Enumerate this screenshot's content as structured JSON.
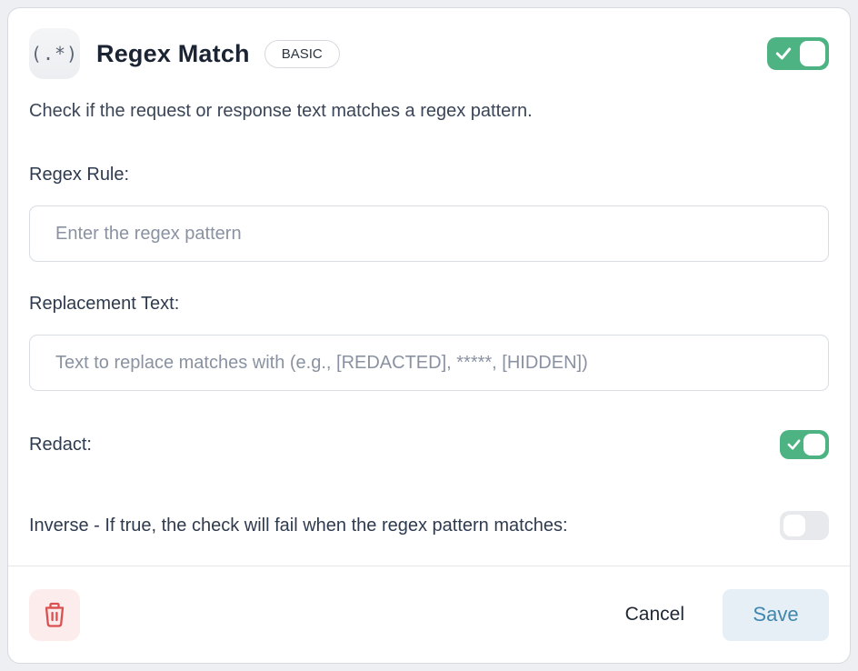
{
  "header": {
    "icon_text": "(.*)",
    "title": "Regex Match",
    "badge": "BASIC",
    "enabled": true
  },
  "description": "Check if the request or response text matches a regex pattern.",
  "fields": {
    "regex_rule": {
      "label": "Regex Rule:",
      "value": "",
      "placeholder": "Enter the regex pattern"
    },
    "replacement_text": {
      "label": "Replacement Text:",
      "value": "",
      "placeholder": "Text to replace matches with (e.g., [REDACTED], *****, [HIDDEN])"
    },
    "redact": {
      "label": "Redact:",
      "on": true
    },
    "inverse": {
      "label": "Inverse - If true, the check will fail when the regex pattern matches:",
      "on": false
    }
  },
  "footer": {
    "cancel_label": "Cancel",
    "save_label": "Save"
  },
  "colors": {
    "toggle_on": "#4db383",
    "toggle_off": "#e7e9ed",
    "save_text": "#3f87ad",
    "save_bg": "#e5eff5",
    "delete_icon": "#dc4f4f",
    "delete_bg": "#fdecec"
  }
}
